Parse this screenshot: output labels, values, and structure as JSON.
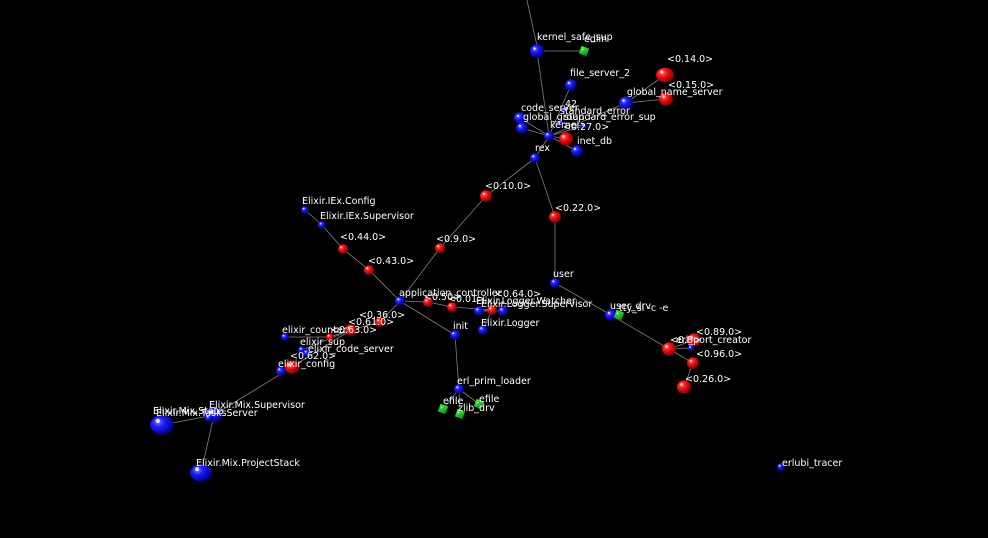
{
  "colors": {
    "background": "#000000",
    "process": "#1010f0",
    "port": "#f01010",
    "driver": "#10c010",
    "edge": "#7f7f7f",
    "label": "#ffffff"
  },
  "legend": {
    "process": "blue sphere",
    "port_or_pid": "red sphere",
    "driver": "green cube"
  },
  "nodes": [
    {
      "id": "kernel_safe_sup",
      "label": "kernel_safe_sup",
      "kind": "process"
    },
    {
      "id": "edlin",
      "label": "edlin",
      "kind": "driver"
    },
    {
      "id": "file_server_2",
      "label": "file_server_2",
      "kind": "process"
    },
    {
      "id": "p14",
      "label": "<0.14.0>",
      "kind": "port"
    },
    {
      "id": "p15",
      "label": "<0.15.0>",
      "kind": "port"
    },
    {
      "id": "global_name_server",
      "label": "global_name_server",
      "kind": "process"
    },
    {
      "id": "code_server",
      "label": "code_server",
      "kind": "process"
    },
    {
      "id": "n42",
      "label": "42",
      "kind": "process"
    },
    {
      "id": "standard_error",
      "label": "standard_error",
      "kind": "process"
    },
    {
      "id": "global_group",
      "label": "global_group",
      "kind": "process"
    },
    {
      "id": "standard_error_sup",
      "label": "standard_error_sup",
      "kind": "process"
    },
    {
      "id": "kernel",
      "label": "kernel",
      "kind": "process"
    },
    {
      "id": "p27",
      "label": "<0.27.0>",
      "kind": "port"
    },
    {
      "id": "inet_db",
      "label": "inet_db",
      "kind": "process"
    },
    {
      "id": "rex",
      "label": "rex",
      "kind": "process"
    },
    {
      "id": "p10",
      "label": "<0.10.0>",
      "kind": "port"
    },
    {
      "id": "p22",
      "label": "<0.22.0>",
      "kind": "port"
    },
    {
      "id": "iex_config",
      "label": "Elixir.IEx.Config",
      "kind": "process"
    },
    {
      "id": "iex_supervisor",
      "label": "Elixir.IEx.Supervisor",
      "kind": "process"
    },
    {
      "id": "p44",
      "label": "<0.44.0>",
      "kind": "port"
    },
    {
      "id": "p9",
      "label": "<0.9.0>",
      "kind": "port"
    },
    {
      "id": "p43",
      "label": "<0.43.0>",
      "kind": "port"
    },
    {
      "id": "user",
      "label": "user",
      "kind": "process"
    },
    {
      "id": "application_controller",
      "label": "application_controller",
      "kind": "process"
    },
    {
      "id": "p50",
      "label": "<0.50>",
      "kind": "port"
    },
    {
      "id": "p01",
      "label": "<0.01>",
      "kind": "port"
    },
    {
      "id": "p64",
      "label": "<0.64.0>",
      "kind": "port"
    },
    {
      "id": "logger_watcher",
      "label": "Elixir.Logger.Watcher",
      "kind": "process"
    },
    {
      "id": "logger_supervisor",
      "label": "Elixir.Logger.Supervisor",
      "kind": "process"
    },
    {
      "id": "user_drv",
      "label": "user_drv",
      "kind": "process"
    },
    {
      "id": "tty_sl",
      "label": "tty_sl -c -e",
      "kind": "driver"
    },
    {
      "id": "p36",
      "label": "<0.36.0>",
      "kind": "port"
    },
    {
      "id": "p61",
      "label": "<0.61.0>",
      "kind": "port"
    },
    {
      "id": "init",
      "label": "init",
      "kind": "process"
    },
    {
      "id": "logger",
      "label": "Elixir.Logger",
      "kind": "process"
    },
    {
      "id": "elixir_counter",
      "label": "elixir_counter",
      "kind": "process"
    },
    {
      "id": "p63",
      "label": "<0.63.0>",
      "kind": "port"
    },
    {
      "id": "elixir_sup",
      "label": "elixir_sup",
      "kind": "process"
    },
    {
      "id": "elixir_code_server",
      "label": "elixir_code_server",
      "kind": "process"
    },
    {
      "id": "p62",
      "label": "<0.62.0>",
      "kind": "port"
    },
    {
      "id": "elixir_config",
      "label": "elixir_config",
      "kind": "process"
    },
    {
      "id": "p89",
      "label": "<0.89.0>",
      "kind": "port"
    },
    {
      "id": "port_creator",
      "label": "erl_port_creator",
      "kind": "process"
    },
    {
      "id": "p96",
      "label": "<0.96.0>",
      "kind": "port"
    },
    {
      "id": "p26",
      "label": "<0.26.0>",
      "kind": "port"
    },
    {
      "id": "p_hidden",
      "label": "<0.8>",
      "kind": "port"
    },
    {
      "id": "erl_prim_loader",
      "label": "erl_prim_loader",
      "kind": "process"
    },
    {
      "id": "efile1",
      "label": "efile",
      "kind": "driver"
    },
    {
      "id": "efile2",
      "label": "efile",
      "kind": "driver"
    },
    {
      "id": "zlib_drv",
      "label": "zlib_drv",
      "kind": "driver"
    },
    {
      "id": "mix_supervisor",
      "label": "Elixir.Mix.Supervisor",
      "kind": "process"
    },
    {
      "id": "mix_tasks_server",
      "label": "Elixir.Mix.TasksServer",
      "kind": "process"
    },
    {
      "id": "mix_state",
      "label": "Elixir.Mix.State",
      "kind": "process"
    },
    {
      "id": "mix_project_stack",
      "label": "Elixir.Mix.ProjectStack",
      "kind": "process"
    },
    {
      "id": "erlubi_tracer",
      "label": "erlubi_tracer",
      "kind": "process"
    }
  ],
  "edges": [
    [
      "kernel_safe_sup",
      "kernel"
    ],
    [
      "edlin",
      "kernel_safe_sup"
    ],
    [
      "file_server_2",
      "kernel"
    ],
    [
      "global_name_server",
      "kernel"
    ],
    [
      "p14",
      "global_name_server"
    ],
    [
      "p15",
      "global_name_server"
    ],
    [
      "code_server",
      "kernel"
    ],
    [
      "global_group",
      "kernel"
    ],
    [
      "standard_error_sup",
      "kernel"
    ],
    [
      "standard_error",
      "standard_error_sup"
    ],
    [
      "inet_db",
      "kernel"
    ],
    [
      "p27",
      "kernel"
    ],
    [
      "rex",
      "kernel"
    ],
    [
      "p10",
      "rex"
    ],
    [
      "p10",
      "p9"
    ],
    [
      "p22",
      "rex"
    ],
    [
      "p22",
      "user"
    ],
    [
      "p9",
      "application_controller"
    ],
    [
      "iex_config",
      "iex_supervisor"
    ],
    [
      "iex_supervisor",
      "p44"
    ],
    [
      "p44",
      "p43"
    ],
    [
      "p43",
      "application_controller"
    ],
    [
      "application_controller",
      "p50"
    ],
    [
      "p50",
      "p01"
    ],
    [
      "p01",
      "p64"
    ],
    [
      "p64",
      "logger_watcher"
    ],
    [
      "logger_watcher",
      "logger_supervisor"
    ],
    [
      "p64",
      "logger"
    ],
    [
      "application_controller",
      "init"
    ],
    [
      "application_controller",
      "p36"
    ],
    [
      "p36",
      "p61"
    ],
    [
      "p61",
      "p63"
    ],
    [
      "p63",
      "elixir_counter"
    ],
    [
      "p61",
      "elixir_sup"
    ],
    [
      "elixir_sup",
      "elixir_code_server"
    ],
    [
      "p61",
      "p62"
    ],
    [
      "p62",
      "elixir_config"
    ],
    [
      "p62",
      "mix_supervisor"
    ],
    [
      "mix_supervisor",
      "mix_tasks_server"
    ],
    [
      "mix_supervisor",
      "mix_state"
    ],
    [
      "mix_supervisor",
      "mix_project_stack"
    ],
    [
      "user",
      "user_drv"
    ],
    [
      "user_drv",
      "tty_sl"
    ],
    [
      "user_drv",
      "p_hidden"
    ],
    [
      "p_hidden",
      "p89"
    ],
    [
      "p_hidden",
      "p96"
    ],
    [
      "p96",
      "p26"
    ],
    [
      "p_hidden",
      "port_creator"
    ],
    [
      "init",
      "erl_prim_loader"
    ],
    [
      "erl_prim_loader",
      "efile1"
    ],
    [
      "erl_prim_loader",
      "efile2"
    ],
    [
      "erl_prim_loader",
      "zlib_drv"
    ]
  ]
}
